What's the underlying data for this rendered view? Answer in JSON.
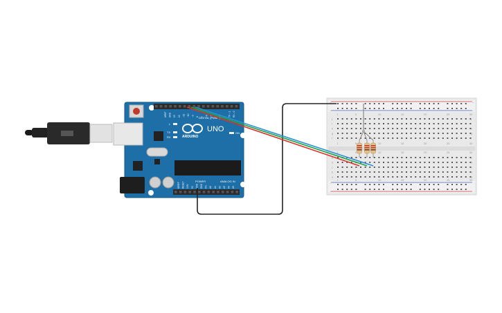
{
  "board": {
    "brand": "ARDUINO",
    "model": "UNO",
    "digital_label": "DIGITAL (PWM~)",
    "power_label": "POWER",
    "analog_label": "ANALOG IN",
    "on_label": "ON",
    "l_label": "L",
    "tx_label": "TX",
    "rx_label": "RX",
    "top_pin_labels": [
      "AREF",
      "GND",
      "13",
      "12",
      "~11",
      "~10",
      "~9",
      "8",
      "7",
      "~6",
      "~5",
      "4",
      "~3",
      "2",
      "TX→1",
      "RX←0"
    ],
    "power_pin_labels": [
      "IOREF",
      "RESET",
      "3.3V",
      "5V",
      "GND",
      "GND",
      "Vin"
    ],
    "analog_pin_labels": [
      "A0",
      "A1",
      "A2",
      "A3",
      "A4",
      "A5"
    ]
  },
  "breadboard": {
    "column_numbers": [
      "1",
      "5",
      "10",
      "15",
      "20",
      "25",
      "30"
    ],
    "row_letters_top": [
      "j",
      "i",
      "h",
      "g",
      "f"
    ],
    "row_letters_bottom": [
      "e",
      "d",
      "c",
      "b",
      "a"
    ],
    "rail_plus": "+",
    "rail_minus": "−"
  },
  "colors": {
    "board": "#1e6ea7",
    "board_edge": "#16598a",
    "wire_green": "#1fa34a",
    "wire_blue": "#2a8fd6",
    "wire_red": "#d9342b",
    "wire_black": "#222222",
    "rail_red": "#d04040",
    "rail_blue": "#4060c0"
  }
}
